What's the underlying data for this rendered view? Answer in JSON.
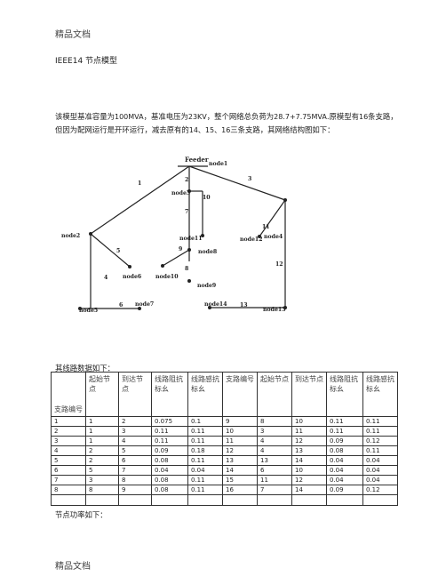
{
  "page": {
    "header": "精品文档",
    "footer": "精品文档",
    "title": "IEEE14 节点模型",
    "paragraph": {
      "p1": "该模型基准容量为",
      "base_capacity": "100MVA",
      "p2": "，基准电压为",
      "base_voltage": "23KV",
      "p3": "，整个网络总负荷为",
      "total_load": "28.7+7.75MVA",
      "p4": ".原模型有",
      "branch_count": "16",
      "p5": "条支路，但因为配网运行是开环运行，减去原有的",
      "removed": "14、15、16",
      "p6": "三条支路，其网络结构图如下："
    },
    "table_caption": "其线路数据如下：",
    "power_caption": "节点功率如下："
  },
  "diagram": {
    "feeder_label": "Feeder",
    "node_labels": [
      "node1",
      "node2",
      "node3",
      "node4",
      "node5",
      "node6",
      "node7",
      "node8",
      "node9",
      "node10",
      "node11",
      "node12",
      "node13",
      "node14"
    ],
    "branch_labels": [
      "1",
      "2",
      "3",
      "4",
      "5",
      "6",
      "7",
      "8",
      "9",
      "10",
      "11",
      "12",
      "13"
    ]
  },
  "line_table": {
    "headers": [
      "支路编号",
      "起始节点",
      "到达节点",
      "线路阻抗标幺",
      "线路感抗标幺",
      "支路编号",
      "起始节点",
      "到达节点",
      "线路阻抗标幺",
      "线路感抗标幺"
    ],
    "rows": [
      [
        "1",
        "1",
        "2",
        "0.075",
        "0.1",
        "9",
        "8",
        "10",
        "0.11",
        "0.11"
      ],
      [
        "2",
        "1",
        "3",
        "0.11",
        "0.11",
        "10",
        "3",
        "11",
        "0.11",
        "0.11"
      ],
      [
        "3",
        "1",
        "4",
        "0.11",
        "0.11",
        "11",
        "4",
        "12",
        "0.09",
        "0.12"
      ],
      [
        "4",
        "2",
        "5",
        "0.09",
        "0.18",
        "12",
        "4",
        "13",
        "0.08",
        "0.11"
      ],
      [
        "5",
        "2",
        "6",
        "0.08",
        "0.11",
        "13",
        "13",
        "14",
        "0.04",
        "0.04"
      ],
      [
        "6",
        "5",
        "7",
        "0.04",
        "0.04",
        "14",
        "6",
        "10",
        "0.04",
        "0.04"
      ],
      [
        "7",
        "3",
        "8",
        "0.08",
        "0.11",
        "15",
        "11",
        "12",
        "0.04",
        "0.04"
      ],
      [
        "8",
        "8",
        "9",
        "0.08",
        "0.11",
        "16",
        "7",
        "14",
        "0.09",
        "0.12"
      ]
    ]
  }
}
